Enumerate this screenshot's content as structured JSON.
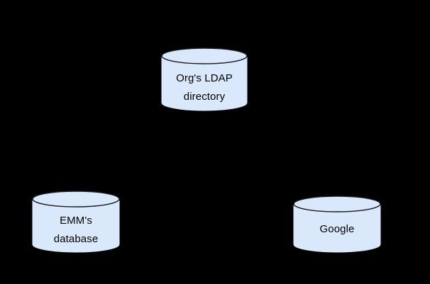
{
  "diagram": {
    "background_color": "#000000",
    "shape_fill_color": "#dae8fc",
    "shape_stroke_color": "#1a1a1a",
    "text_color": "#000000",
    "nodes": [
      {
        "id": "ldap",
        "shape": "cylinder",
        "label": "Org's LDAP\ndirectory",
        "line1": "Org's LDAP",
        "line2": "directory"
      },
      {
        "id": "emm",
        "shape": "cylinder",
        "label": "EMM's\ndatabase",
        "line1": "EMM's",
        "line2": "database"
      },
      {
        "id": "google",
        "shape": "cylinder",
        "label": "Google",
        "line1": "Google",
        "line2": ""
      }
    ],
    "connectors": []
  }
}
